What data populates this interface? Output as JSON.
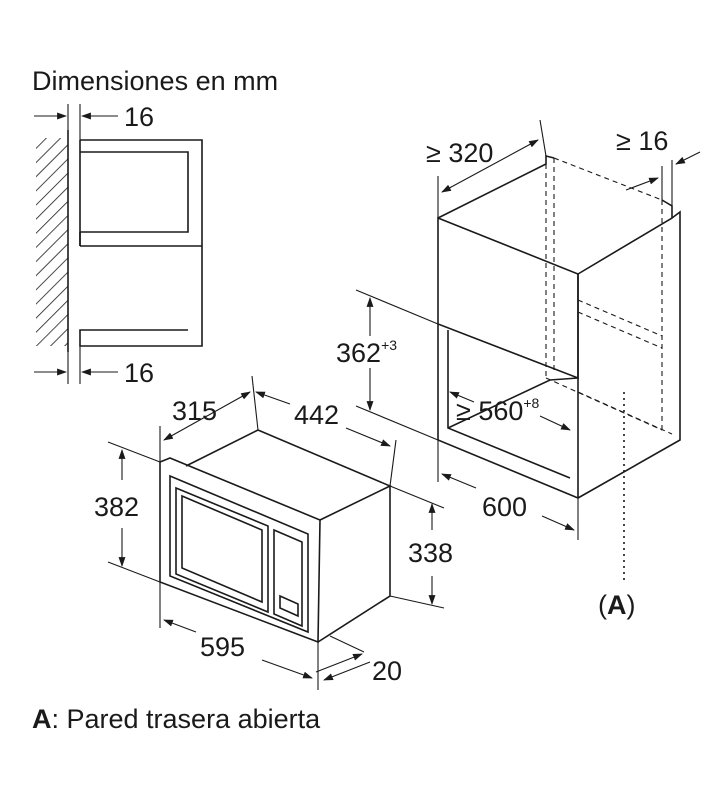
{
  "title": "Dimensiones en mm",
  "legend": {
    "key": "A",
    "text": ": Pared trasera abierta"
  },
  "left_detail": {
    "top_gap": "16",
    "bottom_gap": "16"
  },
  "microwave": {
    "depth": "315",
    "width_top": "442",
    "height_front": "382",
    "height_back": "338",
    "width_front": "595",
    "frame_depth": "20"
  },
  "cabinet": {
    "top_depth": "≥ 320",
    "side_gap": "≥ 16",
    "niche_height": "362",
    "niche_height_tol": "+3",
    "niche_width": "≥ 560",
    "niche_width_tol": "+8",
    "outer_width": "600",
    "back_marker": "A"
  }
}
